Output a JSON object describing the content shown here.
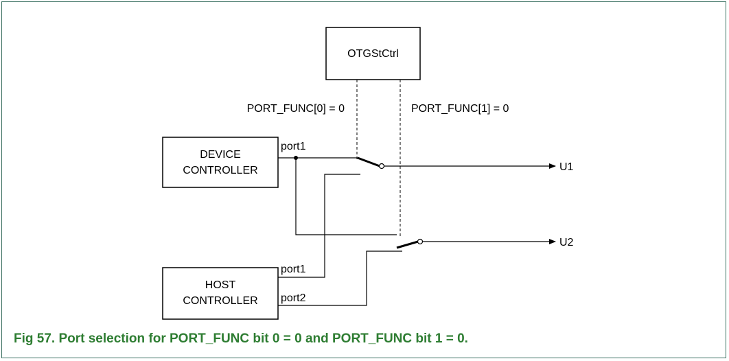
{
  "colors": {
    "frame": "#3a6f60",
    "caption": "#2e7d32",
    "line": "#000000"
  },
  "diagram": {
    "ctrl_box_label": "OTGStCtrl",
    "port_func_0": "PORT_FUNC[0] = 0",
    "port_func_1": "PORT_FUNC[1] = 0",
    "device_line1": "DEVICE",
    "device_line2": "CONTROLLER",
    "host_line1": "HOST",
    "host_line2": "CONTROLLER",
    "device_port1": "port1",
    "host_port1": "port1",
    "host_port2": "port2",
    "out_u1": "U1",
    "out_u2": "U2"
  },
  "caption": "Fig 57.   Port selection for PORT_FUNC bit 0 = 0 and PORT_FUNC bit 1 = 0."
}
